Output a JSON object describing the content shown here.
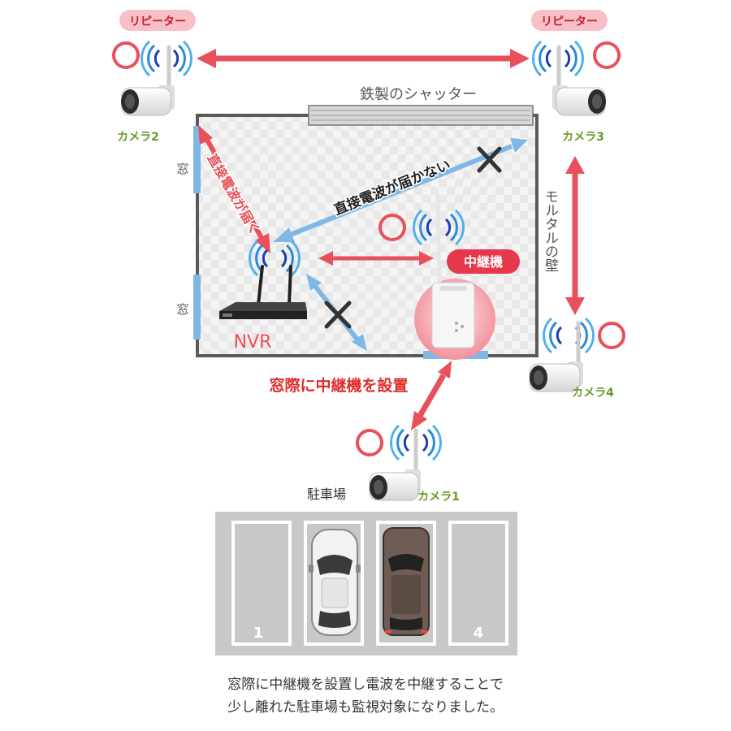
{
  "labels": {
    "repeater_left": "リピーター",
    "repeater_right": "リピーター",
    "camera1": "カメラ1",
    "camera2": "カメラ2",
    "camera3": "カメラ3",
    "camera4": "カメラ4",
    "shutter": "鉄製のシャッター",
    "window_top": "窓",
    "window_bottom": "窓",
    "mortar_wall": "モルタルの壁",
    "direct_reach": "直接電波が届く",
    "direct_not_reach": "直接電波が届かない",
    "relay_badge": "中継機",
    "nvr": "NVR",
    "relay_at_window": "窓際に中継機を設置",
    "parking": "駐車場",
    "space_1": "1",
    "space_4": "4"
  },
  "caption": {
    "line1": "窓際に中継機を設置し電波を中継することで",
    "line2": "少し離れた駐車場も監視対象になりました。"
  },
  "colors": {
    "red_arrow": "#e8505b",
    "blue_arrow": "#7fb8e6",
    "camera_label": "#6a9a2a",
    "badge_bg": "#e5384a",
    "wall": "#555555",
    "lot_bg": "#c8c8c8",
    "headline_red": "#e02c2c"
  }
}
